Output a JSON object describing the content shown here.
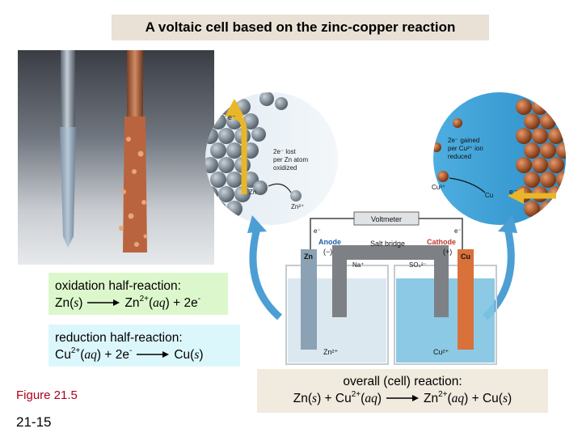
{
  "title": "A voltaic cell based on the zinc-copper reaction",
  "diagram": {
    "left_circle": {
      "electron": "e⁻",
      "caption_lines": [
        "2e⁻ lost",
        "per Zn atom",
        "oxidized"
      ],
      "zn_atom": "Zn",
      "zn_ion": "Zn²⁺"
    },
    "right_circle": {
      "caption_lines": [
        "2e⁻ gained",
        "per Cu²⁺ ion",
        "reduced"
      ],
      "cu_ion": "Cu²⁺",
      "cu_atom": "Cu",
      "electron": "e⁻"
    },
    "voltmeter": "Voltmeter",
    "left_wire_electron": "e⁻",
    "right_wire_electron": "e⁻",
    "anode_label": "Anode",
    "anode_sign": "(−)",
    "cathode_label": "Cathode",
    "cathode_sign": "(+)",
    "salt_bridge": "Salt bridge",
    "na_ion": "Na⁺",
    "so4_ion": "SO₄²⁻",
    "zn_electrode": "Zn",
    "cu_electrode": "Cu",
    "zn_solution": "Zn²⁺",
    "cu_solution": "Cu²⁺"
  },
  "oxidation": {
    "heading": "oxidation half-reaction:",
    "left_species": "Zn(",
    "left_state": "s",
    "left_close": ")",
    "right_species": "Zn",
    "right_charge": "2+",
    "right_open": "(",
    "right_state": "aq",
    "right_rest": ") + 2e",
    "electron_charge": "-"
  },
  "reduction": {
    "heading": "reduction half-reaction:",
    "left_species": "Cu",
    "left_charge": "2+",
    "left_open": "(",
    "left_state": "aq",
    "left_rest": ") + 2e",
    "electron_charge": "-",
    "right_species": "Cu(",
    "right_state": "s",
    "right_close": ")"
  },
  "overall": {
    "heading": "overall (cell) reaction:",
    "p1": "Zn(",
    "p1_state": "s",
    "p2": ") + Cu",
    "p2_charge": "2+",
    "p3": "(",
    "p3_state": "aq",
    "p4": ")",
    "p5": "Zn",
    "p5_charge": "2+",
    "p6": "(",
    "p6_state": "aq",
    "p7": ") + Cu(",
    "p7_state": "s",
    "p8": ")"
  },
  "figure_label": "Figure 21.5",
  "page_number": "21-15",
  "colors": {
    "title_bg": "#e9e1d6",
    "oxidation_bg": "#dcf7cc",
    "reduction_bg": "#dcf7fb",
    "overall_bg": "#f0eadf",
    "figure_label": "#b0001e",
    "zinc": "#8aa2b4",
    "copper": "#d9713a",
    "solution_left": "#d8e6ee",
    "solution_right": "#7fc3e2",
    "electron_arrow": "#e8b628"
  }
}
